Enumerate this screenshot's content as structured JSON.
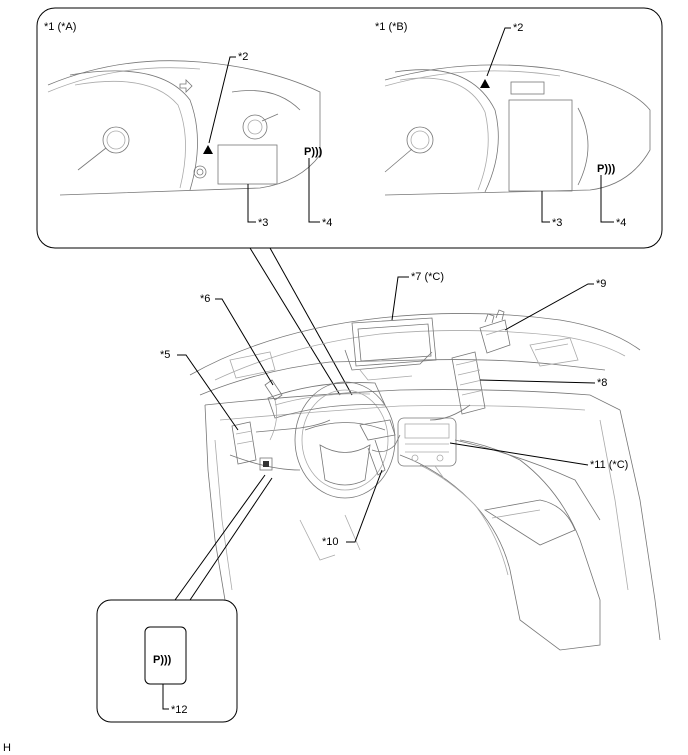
{
  "labels": {
    "panel_a": "*1 (*A)",
    "panel_b": "*1 (*B)",
    "a_2": "*2",
    "a_3": "*3",
    "a_4": "*4",
    "b_2": "*2",
    "b_3": "*3",
    "b_4": "*4",
    "c5": "*5",
    "c6": "*6",
    "c7": "*7 (*C)",
    "c8": "*8",
    "c9": "*9",
    "c10": "*10",
    "c11": "*11 (*C)",
    "c12": "*12",
    "corner": "H"
  },
  "icons": {
    "parking_sensor": "P)))"
  }
}
